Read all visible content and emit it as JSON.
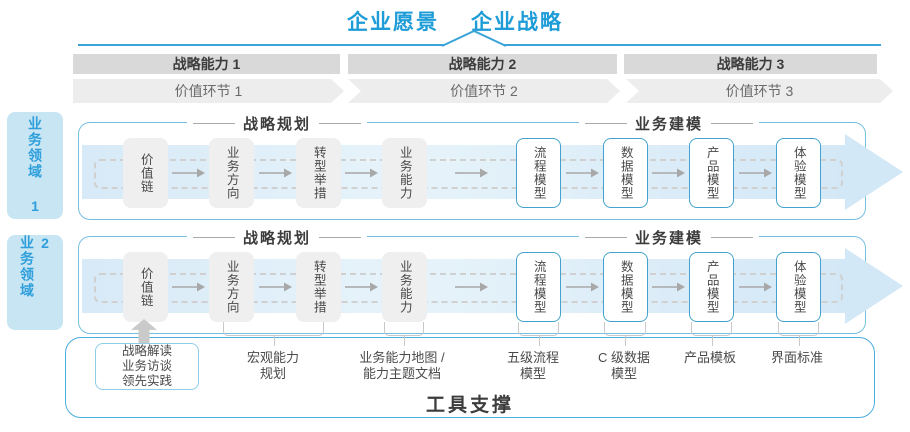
{
  "header": {
    "vision": "企业愿景",
    "strategy": "企业战略"
  },
  "strategic_capabilities": [
    "战略能力 1",
    "战略能力 2",
    "战略能力 3"
  ],
  "value_links": [
    "价值环节 1",
    "价值环节 2",
    "价值环节 3"
  ],
  "business_domains": [
    "业务领域 1",
    "业务领域 2"
  ],
  "lane": {
    "planning_header": "战略规划",
    "modeling_header": "业务建模",
    "planning_nodes": [
      "价值链",
      "业务方向",
      "转型举措",
      "业务能力"
    ],
    "modeling_nodes": [
      "流程模型",
      "数据模型",
      "产品模型",
      "体验模型"
    ]
  },
  "tools": {
    "label": "工具支撑",
    "callout": "战略解读\n业务访谈\n领先实践",
    "annotations": [
      "宏观能力\n规划",
      "业务能力地图 /\n能力主题文档",
      "五级流程\n模型",
      "C 级数据\n模型",
      "产品模板",
      "界面标准"
    ]
  },
  "colors": {
    "accent_blue": "#1e9cd7",
    "lane_border": "#75c0e1",
    "tools_border": "#4baedc",
    "band_fill": "#dcedf8",
    "node_gray_fill": "#efefef",
    "node_blue_border": "#44a3ce",
    "capability_band_fill": "#d9d9d9",
    "value_band_fill": "#ededed"
  }
}
